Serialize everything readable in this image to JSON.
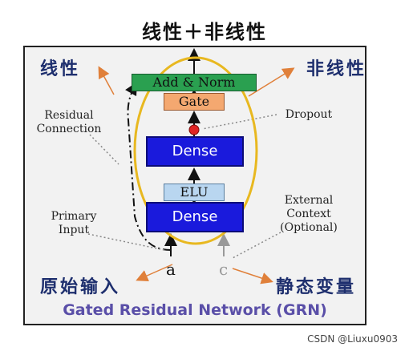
{
  "title": "线性＋非线性",
  "blocks": {
    "add_norm": "Add & Norm",
    "gate": "Gate",
    "dense_top": "Dense",
    "elu": "ELU",
    "dense_bottom": "Dense"
  },
  "labels": {
    "residual_connection": "Residual\nConnection",
    "dropout": "Dropout",
    "primary_input": "Primary\nInput",
    "external_context": "External\nContext\n(Optional)",
    "input_a": "a",
    "input_c": "c"
  },
  "annotations": {
    "linear": "线性",
    "nonlinear": "非线性",
    "raw_input": "原始输入",
    "static_variable": "静态变量"
  },
  "footer": "Gated Residual Network (GRN)",
  "watermark": "CSDN @Liuxu0903",
  "colors": {
    "dense": "#1a1adc",
    "add_norm": "#2aa050",
    "gate": "#f4a870",
    "elu": "#b9d6f0",
    "dropout_dot": "#e02424",
    "ellipse": "#e8b820",
    "annotation_arrow": "#e0803a",
    "annotation_text": "#1e2f6e",
    "footer": "#5a4fa8"
  }
}
